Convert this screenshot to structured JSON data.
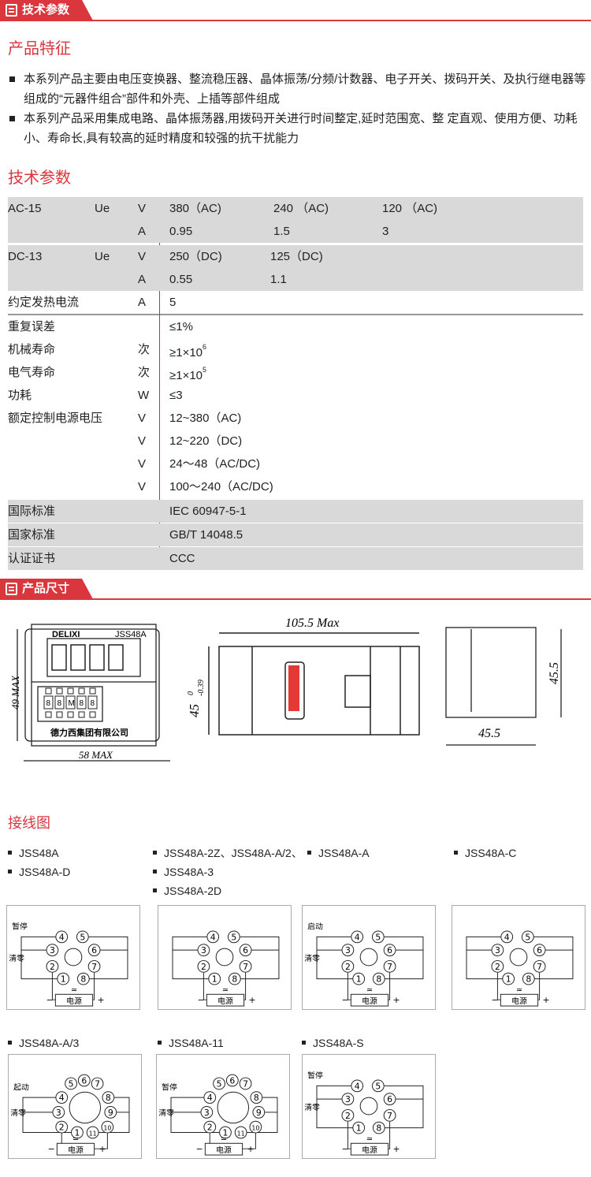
{
  "section_tech": "技术参数",
  "features": {
    "title": "产品特征",
    "bullets": [
      "本系列产品主要由电压变换器、整流稳压器、晶体振荡/分频/计数器、电子开关、拨码开关、及执行继电器等组成的“元器件组合”部件和外壳、上插等部件组成",
      "本系列产品采用集成电路、晶体振荡器,用拨码开关进行时间整定,延时范围宽、整 定直观、使用方便、功耗小、寿命长,具有较高的延时精度和较强的抗干扰能力"
    ]
  },
  "spec": {
    "title": "技术参数",
    "ac15": {
      "name": "AC-15",
      "ue": "Ue",
      "v": "V",
      "a": "A",
      "v_vals": [
        "380（AC)",
        "240 （AC)",
        "120 （AC)"
      ],
      "a_vals": [
        "0.95",
        "1.5",
        "3"
      ]
    },
    "dc13": {
      "name": "DC-13",
      "ue": "Ue",
      "v": "V",
      "a": "A",
      "v_vals": [
        "250（DC)",
        "125（DC)"
      ],
      "a_vals": [
        "0.55",
        "1.1"
      ]
    },
    "rows": [
      {
        "label": "约定发热电流",
        "unit": "A",
        "value": "5"
      },
      {
        "label": "重复误差",
        "unit": "",
        "value": "≤1%"
      },
      {
        "label": "机械寿命",
        "unit": "次",
        "value": "≥1×10",
        "exp": "6"
      },
      {
        "label": "电气寿命",
        "unit": "次",
        "value": "≥1×10",
        "exp": "5"
      },
      {
        "label": "功耗",
        "unit": "W",
        "value": "≤3"
      },
      {
        "label": "额定控制电源电压",
        "unit": "V",
        "value": "12~380（AC)"
      },
      {
        "label": "",
        "unit": "V",
        "value": "12~220（DC)"
      },
      {
        "label": "",
        "unit": "V",
        "value": "24～48（AC/DC)"
      },
      {
        "label": "",
        "unit": "V",
        "value": "100～240（AC/DC)"
      }
    ],
    "std": [
      {
        "label": "国际标准",
        "value": "IEC 60947-5-1"
      },
      {
        "label": "国家标准",
        "value": "GB/T 14048.5"
      },
      {
        "label": "认证证书",
        "value": "CCC"
      }
    ]
  },
  "section_size": "产品尺寸",
  "dims": {
    "brand": "DELIXI",
    "model": "JSS48A",
    "company": "德力西集团有限公司",
    "height": "49 MAX",
    "width": "58 MAX",
    "length": "105.5 Max",
    "side_h": "45",
    "tol_upper": "0",
    "tol_lower": "-0.39",
    "sq_h": "45.5",
    "sq_w": "45.5",
    "dial": [
      "8",
      "8",
      "M",
      "8",
      "8"
    ]
  },
  "wiring": {
    "title": "接线图",
    "lists": [
      [
        "JSS48A",
        "JSS48A-D"
      ],
      [
        "JSS48A-2Z、JSS48A-A/2、",
        "JSS48A-3",
        "JSS48A-2D"
      ],
      [
        "JSS48A-A"
      ],
      [
        "JSS48A-C"
      ]
    ],
    "row2_titles": [
      "JSS48A-A/3",
      "JSS48A-11",
      "JSS48A-S"
    ],
    "power": "电源",
    "ac_symbol": "≃",
    "minus": "−",
    "plus": "+",
    "diagrams": [
      {
        "pins": 8,
        "labels": [
          "暂停",
          "清零"
        ]
      },
      {
        "pins": 8,
        "labels": []
      },
      {
        "pins": 8,
        "labels": [
          "启动",
          "清零"
        ]
      },
      {
        "pins": 8,
        "labels": []
      },
      {
        "pins": 11,
        "labels": [
          "起动",
          "清零"
        ]
      },
      {
        "pins": 11,
        "labels": [
          "暂停",
          "清零"
        ]
      },
      {
        "pins": 8,
        "labels": [
          "暂停",
          "清零"
        ]
      }
    ]
  }
}
